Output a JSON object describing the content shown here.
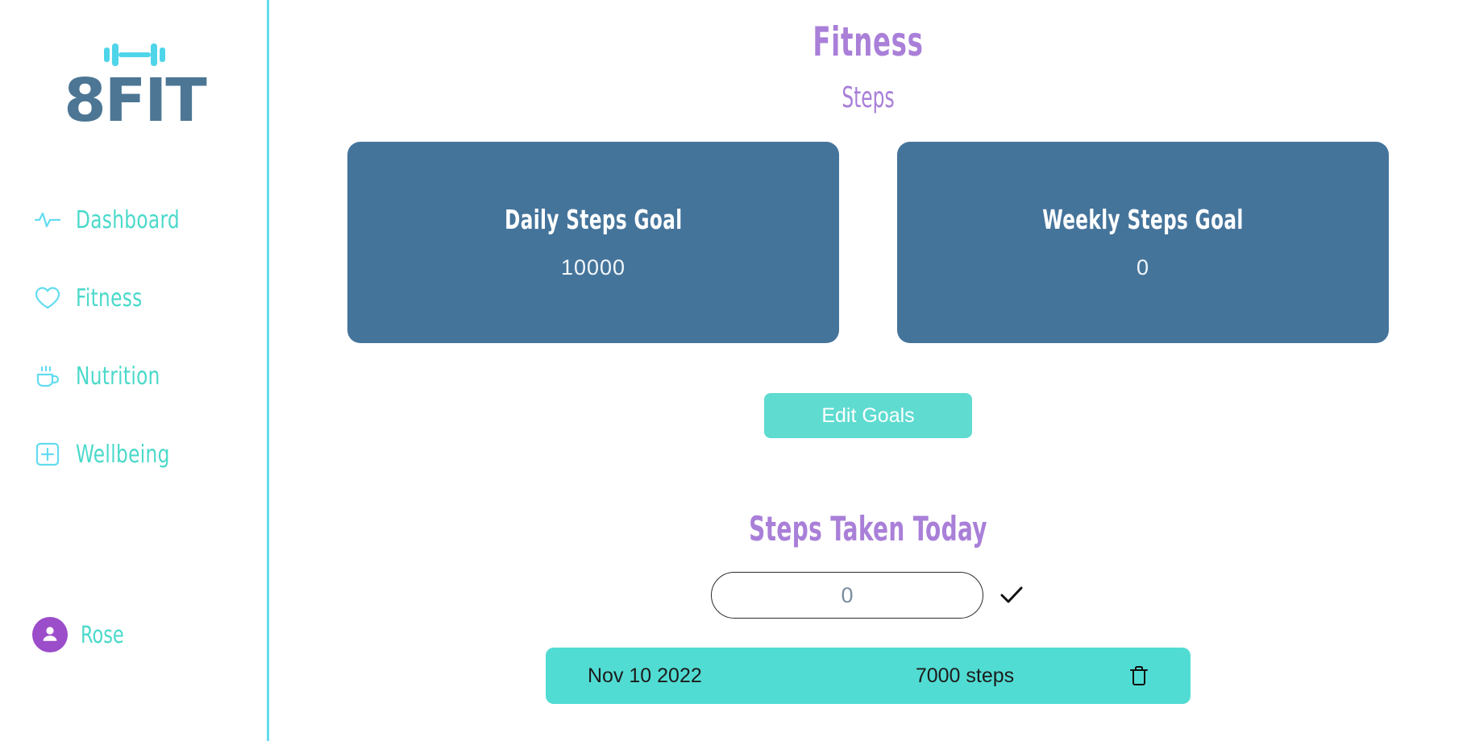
{
  "app": {
    "brand_name": "8FIT",
    "logo_icon": "dumbbell-icon",
    "colors": {
      "accent_teal": "#4ad9ca",
      "row_teal": "#51dcd3",
      "button_teal": "#5fdbd0",
      "card_blue": "#45749b",
      "brand_blue": "#4c7694",
      "heading_purple": "#a97fd8",
      "avatar_purple": "#9b4dca",
      "icon_cyan": "#63dcf0",
      "divider_cyan": "#63dcf0"
    }
  },
  "sidebar": {
    "items": [
      {
        "label": "Dashboard",
        "icon": "activity-pulse-icon"
      },
      {
        "label": "Fitness",
        "icon": "heart-icon"
      },
      {
        "label": "Nutrition",
        "icon": "coffee-cup-icon"
      },
      {
        "label": "Wellbeing",
        "icon": "plus-square-icon"
      }
    ],
    "user": {
      "name": "Rose",
      "avatar_icon": "user-avatar-icon"
    }
  },
  "main": {
    "title": "Fitness",
    "subtitle": "Steps",
    "goal_cards": [
      {
        "title": "Daily Steps Goal",
        "value": "10000"
      },
      {
        "title": "Weekly Steps Goal",
        "value": "0"
      }
    ],
    "edit_goals_label": "Edit Goals",
    "steps_today": {
      "heading": "Steps Taken Today",
      "input_value": "0",
      "input_placeholder": "0",
      "confirm_icon": "checkmark-icon"
    },
    "entries": [
      {
        "date": "Nov 10 2022",
        "steps": "7000 steps",
        "delete_icon": "trash-icon"
      }
    ]
  }
}
